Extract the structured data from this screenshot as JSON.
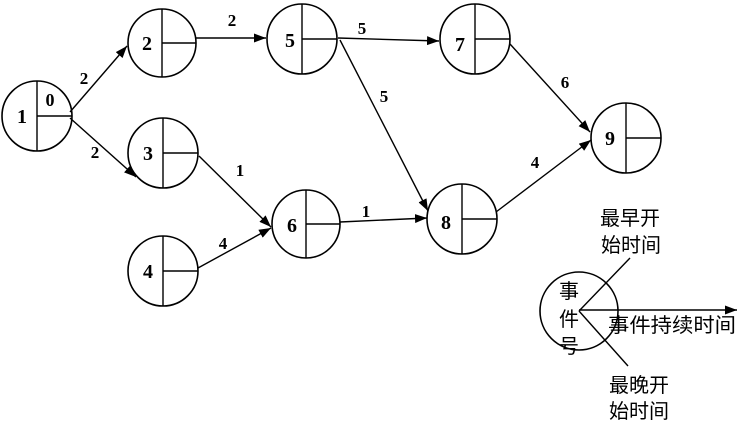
{
  "nodes": [
    {
      "id": "1",
      "earliest_start": "0"
    },
    {
      "id": "2"
    },
    {
      "id": "3"
    },
    {
      "id": "4"
    },
    {
      "id": "5"
    },
    {
      "id": "6"
    },
    {
      "id": "7"
    },
    {
      "id": "8"
    },
    {
      "id": "9"
    }
  ],
  "edges": [
    {
      "from": "1",
      "to": "2",
      "duration": "2"
    },
    {
      "from": "1",
      "to": "3",
      "duration": "2"
    },
    {
      "from": "2",
      "to": "5",
      "duration": "2"
    },
    {
      "from": "3",
      "to": "6",
      "duration": "1"
    },
    {
      "from": "4",
      "to": "6",
      "duration": "4"
    },
    {
      "from": "5",
      "to": "7",
      "duration": "5"
    },
    {
      "from": "5",
      "to": "8",
      "duration": "5"
    },
    {
      "from": "6",
      "to": "8",
      "duration": "1"
    },
    {
      "from": "7",
      "to": "9",
      "duration": "6"
    },
    {
      "from": "8",
      "to": "9",
      "duration": "4"
    }
  ],
  "legend": {
    "event_number": [
      "事",
      "件",
      "号"
    ],
    "earliest_start": [
      "最早开",
      "始时间"
    ],
    "duration": "事件持续时间",
    "latest_start": [
      "最晚开",
      "始时间"
    ]
  }
}
